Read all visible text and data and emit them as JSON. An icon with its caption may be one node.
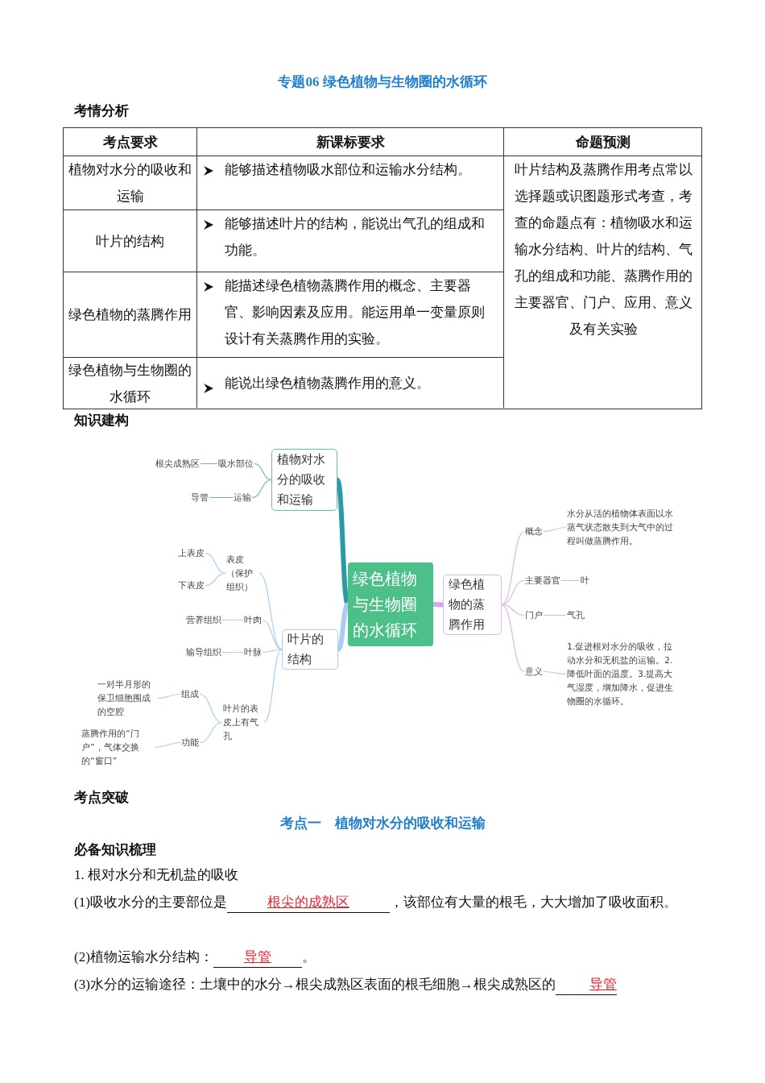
{
  "diagram": {
    "title": "专题06  绿色植物与生物圈的水循环",
    "nodes": [
      {
        "text": [
          "绿色植物与生物圈的水循环"
        ]
      },
      {
        "text": [
          "植物对水分的吸收和运输"
        ]
      },
      {
        "text": [
          "吸水部位"
        ]
      },
      {
        "text": [
          "根尖成熟区"
        ]
      },
      {
        "text": [
          "运输"
        ]
      },
      {
        "text": [
          "导管"
        ]
      },
      {
        "text": [
          "叶片的结构"
        ]
      },
      {
        "text": [
          "表皮（保护组织）"
        ]
      },
      {
        "text": [
          "上表皮"
        ]
      },
      {
        "text": [
          "下表皮"
        ]
      },
      {
        "text": [
          "叶肉"
        ]
      },
      {
        "text": [
          "营养组织"
        ]
      },
      {
        "text": [
          "叶脉"
        ]
      },
      {
        "text": [
          "输导组织"
        ]
      },
      {
        "text": [
          "叶片的表皮上有气孔"
        ]
      },
      {
        "text": [
          "组成"
        ]
      },
      {
        "text": [
          "一对半月形的保卫细胞围成的空腔"
        ]
      },
      {
        "text": [
          "功能"
        ]
      },
      {
        "text": [
          "蒸腾作用的“门户”，气体交换的“窗口”"
        ]
      },
      {
        "text": [
          "绿色植物的蒸腾作用"
        ]
      },
      {
        "text": [
          "概念"
        ]
      },
      {
        "text": [
          "水分从活的植物体表面以水蒸气状态散失到大气中的过程叫做蒸腾作用。"
        ]
      },
      {
        "text": [
          "主要器官"
        ]
      },
      {
        "text": [
          "叶"
        ]
      },
      {
        "text": [
          "门户"
        ]
      },
      {
        "text": [
          "气孔"
        ]
      },
      {
        "text": [
          "意义"
        ]
      },
      {
        "text": [
          "1.促进根对水分的吸收，拉动水分和无机盐的运输。2.降低叶面的温度。3.提高大气湿度，增加降水，促进生物圈的水循环。"
        ]
      }
    ],
    "edges": [
      {
        "from": 0,
        "to": 1,
        "arrow": "none",
        "style": "thick",
        "color": "#2a9ba3"
      },
      {
        "from": 1,
        "to": 2,
        "arrow": "none",
        "color": "#6cb8bd"
      },
      {
        "from": 2,
        "to": 3,
        "arrow": "none",
        "color": "#6cb8bd"
      },
      {
        "from": 1,
        "to": 4,
        "arrow": "none",
        "color": "#6cb8bd"
      },
      {
        "from": 4,
        "to": 5,
        "arrow": "none",
        "color": "#6cb8bd"
      },
      {
        "from": 0,
        "to": 6,
        "arrow": "none",
        "style": "thick"
      },
      {
        "from": 6,
        "to": 7,
        "arrow": "none"
      },
      {
        "from": 7,
        "to": 8,
        "arrow": "none"
      },
      {
        "from": 7,
        "to": 9,
        "arrow": "none"
      },
      {
        "from": 6,
        "to": 10,
        "arrow": "none"
      },
      {
        "from": 10,
        "to": 11,
        "arrow": "none"
      },
      {
        "from": 6,
        "to": 12,
        "arrow": "none"
      },
      {
        "from": 12,
        "to": 13,
        "arrow": "none"
      },
      {
        "from": 6,
        "to": 14,
        "arrow": "none"
      },
      {
        "from": 14,
        "to": 15,
        "arrow": "none"
      },
      {
        "from": 15,
        "to": 16,
        "arrow": "none"
      },
      {
        "from": 14,
        "to": 17,
        "arrow": "none"
      },
      {
        "from": 17,
        "to": 18,
        "arrow": "none"
      },
      {
        "from": 0,
        "to": 19,
        "arrow": "none",
        "style": "thick",
        "color": "#d7a6ea"
      },
      {
        "from": 19,
        "to": 20,
        "arrow": "none",
        "color": "#dcb6ea"
      },
      {
        "from": 20,
        "to": 21,
        "arrow": "none",
        "color": "#dcb6ea"
      },
      {
        "from": 19,
        "to": 22,
        "arrow": "none",
        "color": "#dcb6ea"
      },
      {
        "from": 22,
        "to": 23,
        "arrow": "none",
        "color": "#dcb6ea"
      },
      {
        "from": 19,
        "to": 24,
        "arrow": "none",
        "color": "#dcb6ea"
      },
      {
        "from": 24,
        "to": 25,
        "arrow": "none",
        "color": "#dcb6ea"
      },
      {
        "from": 19,
        "to": 26,
        "arrow": "none",
        "color": "#dcb6ea"
      },
      {
        "from": 26,
        "to": 27,
        "arrow": "none",
        "color": "#dcb6ea"
      }
    ],
    "labels": [
      "考情分析",
      "考点要求",
      "新课标要求",
      "命题预测",
      "植物对水分的吸收和运输",
      "能够描述植物吸水部位和运输水分结构。",
      "叶片结构及蒸腾作用考点常以选择题或识图题形式考查，考查的命题点有：植物吸水和运输水分结构、叶片的结构、气孔的组成和功能、蒸腾作用的主要器官、门户、应用、意义及有关实验",
      "叶片的结构",
      "能够描述叶片的结构，能说出气孔的组成和功能。",
      "绿色植物的蒸腾作用",
      "能描述绿色植物蒸腾作用的概念、主要器官、影响因素及应用。能运用单一变量原则设计有关蒸腾作用的实验。",
      "绿色植物与生物圈的水循环",
      "能说出绿色植物蒸腾作用的意义。",
      "知识建构",
      "考点突破",
      "考点一　植物对水分的吸收和运输",
      "必备知识梳理",
      "1. 根对水分和无机盐的吸收",
      "(1)吸收水分的主要部位是",
      "根尖的成熟区",
      "，该部位有大量的根毛，大大增加了吸收面积。",
      "(2)植物运输水分结构：",
      "导管",
      "。",
      "(3)水分的运输途径：土壤中的水分→根尖成熟区表面的根毛细胞→根尖成熟区的",
      "导管"
    ]
  }
}
